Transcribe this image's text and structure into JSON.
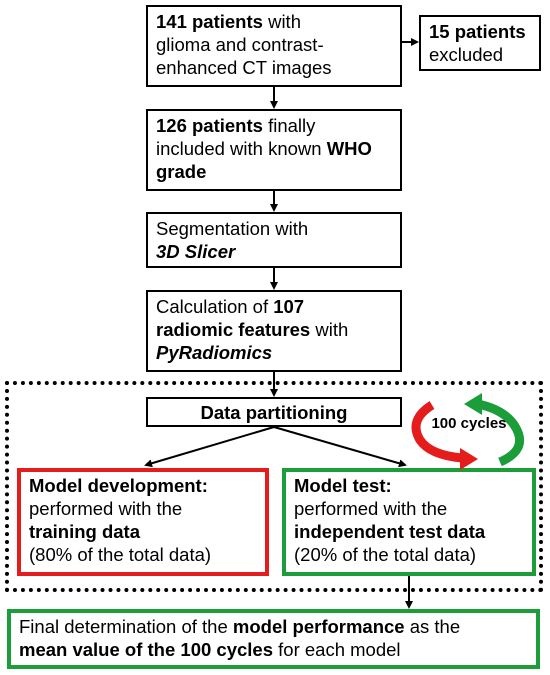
{
  "boxes": {
    "patients_141": {
      "bold": "141 patients",
      "text1": " with",
      "line2": "glioma and contrast-",
      "line3": "enhanced CT images"
    },
    "excluded": {
      "bold": "15 patients",
      "line2": "excluded"
    },
    "patients_126": {
      "bold": "126 patients",
      "text1": " finally",
      "line2a": "included with known ",
      "line2b": "WHO",
      "line3": "grade"
    },
    "segmentation": {
      "line1": "Segmentation with",
      "line2": "3D Slicer"
    },
    "calculation": {
      "line1a": "Calculation of ",
      "line1b": "107",
      "line2": "radiomic features",
      "line2b": " with",
      "line3": "PyRadiomics"
    },
    "partitioning": {
      "label": "Data partitioning"
    },
    "model_dev": {
      "title": "Model development:",
      "line2": "performed with the",
      "line3": "training data",
      "line4": "(80% of the total data)"
    },
    "model_test": {
      "title": "Model test:",
      "line2": "performed with the",
      "line3": "independent test data",
      "line4": "(20% of the total data)"
    },
    "final": {
      "line1a": "Final determination of the ",
      "line1b": "model performance",
      "line1c": " as the",
      "line2a": "mean value of the 100 cycles",
      "line2b": " for each model"
    }
  },
  "cycles": {
    "label": "100 cycles",
    "colors": {
      "red": "#e41c1c",
      "green": "#1b9e3a"
    }
  }
}
